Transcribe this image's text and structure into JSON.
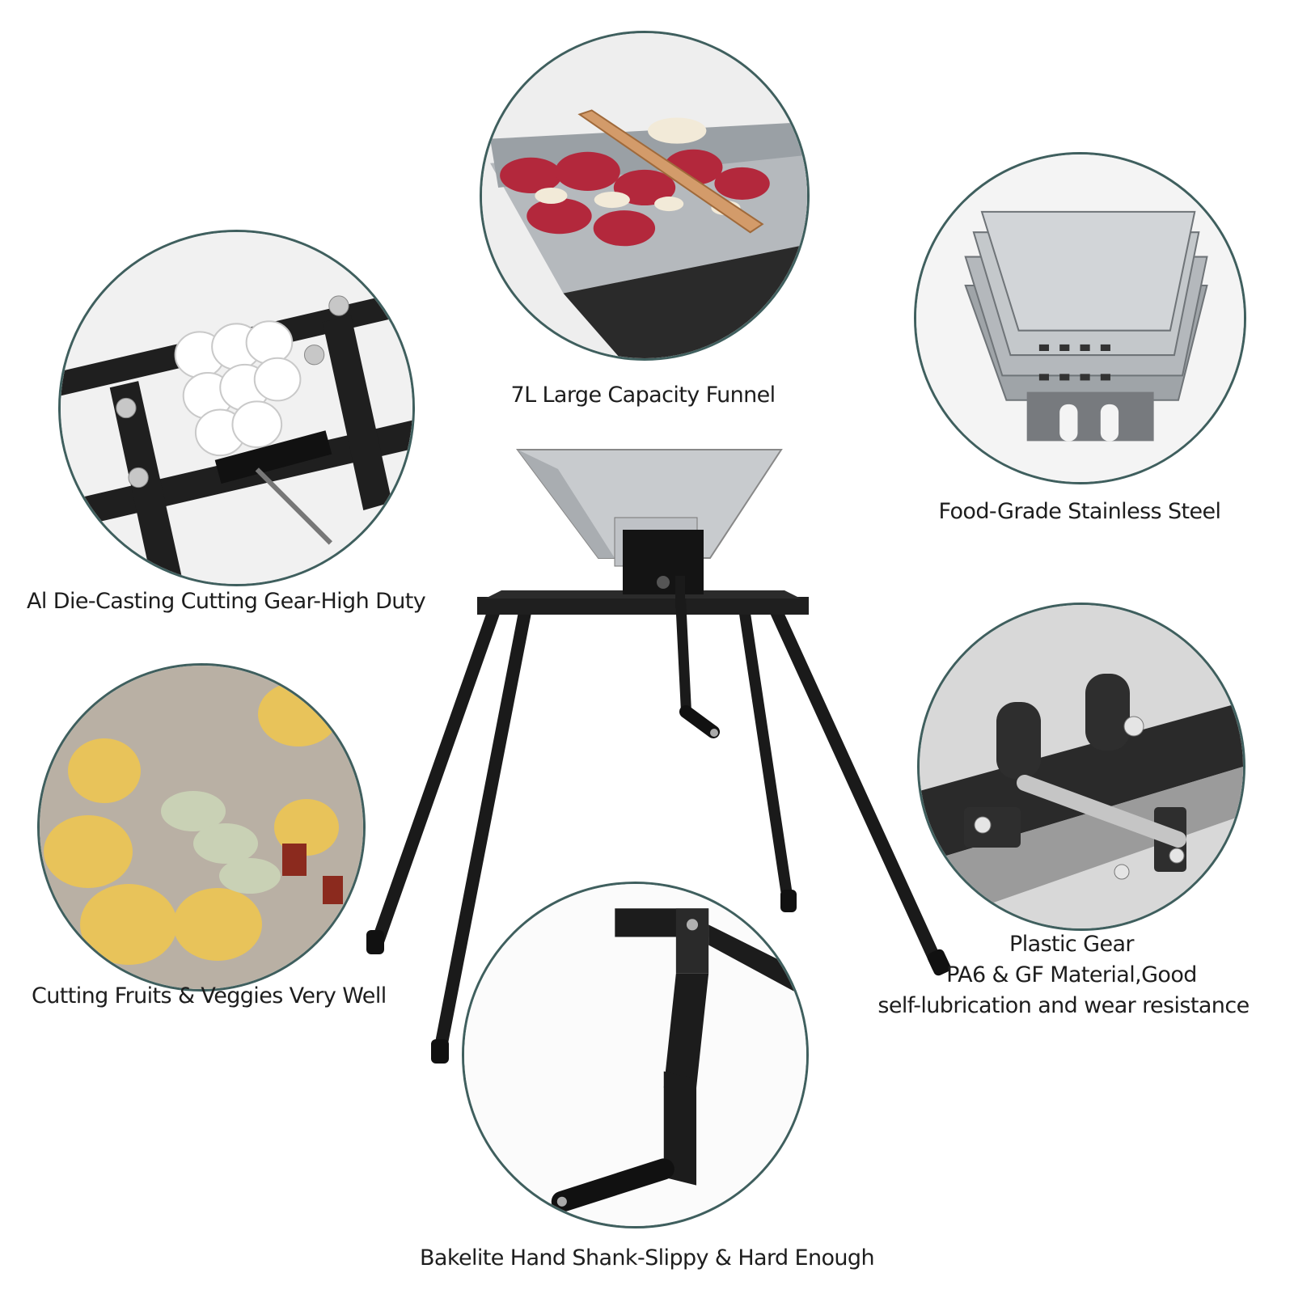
{
  "captions": {
    "funnel": "7L Large Capacity Funnel",
    "stainless": "Food-Grade Stainless Steel",
    "cutting_gear": "Al Die-Casting Cutting Gear-High Duty",
    "cutting_fruits": "Cutting Fruits & Veggies Very Well",
    "plastic_gear_line1": "Plastic Gear",
    "plastic_gear_line2": "PA6 & GF Material,Good",
    "plastic_gear_line3": "self-lubrication and wear resistance",
    "hand_shank": "Bakelite Hand Shank-Slippy & Hard Enough"
  },
  "colors": {
    "circle_border": "#3f5f5e",
    "frame_black": "#1e1e1e",
    "steel": "#b8bcc0",
    "apple_red": "#b3283c"
  }
}
